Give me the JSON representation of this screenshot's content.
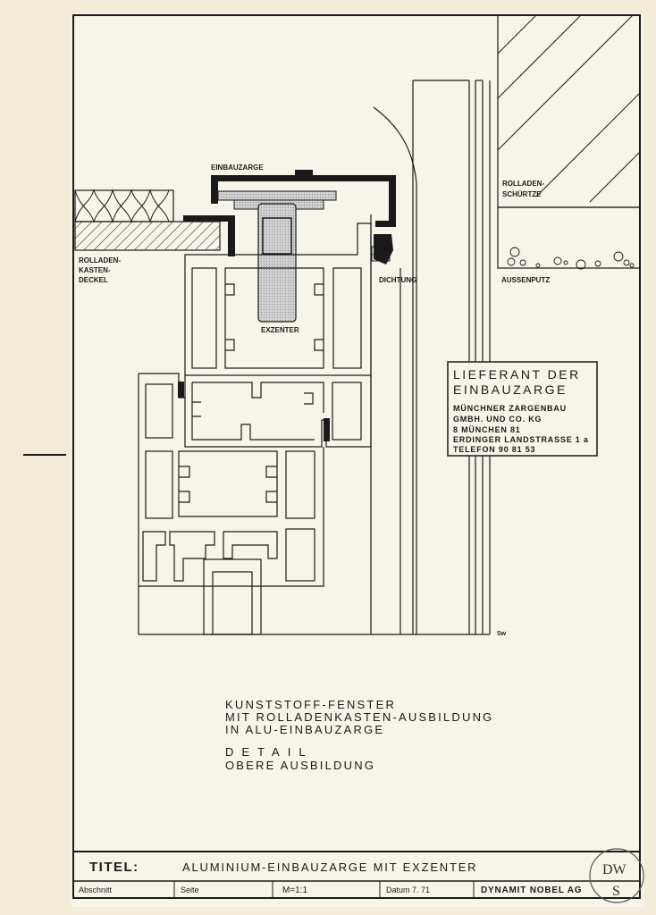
{
  "labels": {
    "einbauzarge": "EINBAUZARGE",
    "rolladen_schurtze": [
      "ROLLADEN-",
      "SCHÜRTZE"
    ],
    "rolladen_kasten_deckel": [
      "ROLLADEN-",
      "KASTEN-",
      "DECKEL"
    ],
    "dichtung": "DICHTUNG",
    "aussenputz": "AUSSENPUTZ",
    "exzenter": "EXZENTER",
    "signature": "Sw"
  },
  "supplier_box": {
    "heading": [
      "LIEFERANT DER",
      "EINBAUZARGE"
    ],
    "lines": [
      "MÜNCHNER ZARGENBAU",
      "GMBH. UND CO. KG",
      "8 MÜNCHEN 81",
      "ERDINGER LANDSTRASSE 1 a",
      "TELEFON 90 81 53"
    ]
  },
  "description": {
    "lines": [
      "KUNSTSTOFF-FENSTER",
      "MIT ROLLADENKASTEN-AUSBILDUNG",
      "IN ALU-EINBAUZARGE"
    ],
    "detail": "DETAIL",
    "detail_sub": "OBERE AUSBILDUNG"
  },
  "title_block": {
    "titel_label": "TITEL:",
    "titel_text": "ALUMINIUM-EINBAUZARGE MIT EXZENTER",
    "abschnitt": "Abschnitt",
    "seite": "Seite",
    "massstab": "M=1:1",
    "datum": "Datum 7. 71",
    "firma": "DYNAMIT NOBEL AG"
  },
  "stamp": {
    "top": "DW",
    "bottom": "S"
  },
  "colors": {
    "paper": "#f3ecd9",
    "sheet": "#f7f4ea",
    "ink": "#1a1a1a",
    "hatch": "#c8c8c8"
  }
}
